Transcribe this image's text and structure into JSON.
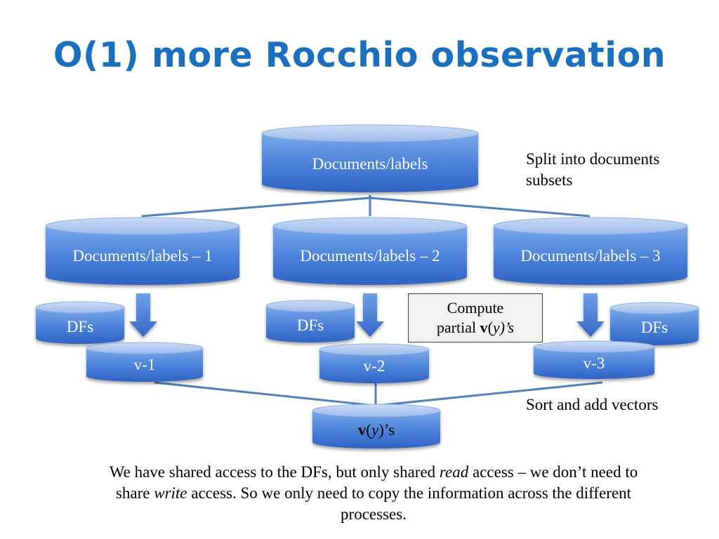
{
  "title": "O(1) more Rocchio observation",
  "nodes": {
    "root": "Documents/labels",
    "subset_1": "Documents/labels – 1",
    "subset_2": "Documents/labels – 2",
    "subset_3": "Documents/labels – 3",
    "dfs_1": "DFs",
    "dfs_2": "DFs",
    "dfs_3": "DFs",
    "v_1": "v-1",
    "v_2": "v-2",
    "v_3": "v-3",
    "result_bold": "v",
    "result_open": "(",
    "result_italic": "y",
    "result_close": ")’s"
  },
  "notes": {
    "split": "Split into documents subsets",
    "sort": "Sort and add vectors"
  },
  "callout": {
    "line1": "Compute",
    "line2_prefix": "partial ",
    "line2_bold": "v",
    "line2_open": "(",
    "line2_italic": "y",
    "line2_close": ")’s"
  },
  "caption": {
    "part1": "We have shared access to the DFs, but only shared ",
    "em1": "read",
    "part2": " access – we don’t need to share ",
    "em2": "write",
    "part3": " access.  So we only need to copy the information across the different processes."
  },
  "colors": {
    "title": "#1a6fbe",
    "cylinder_top": "#b9cef0",
    "cylinder_body_light": "#6f9fe6",
    "cylinder_body_dark": "#2f63c4",
    "connector": "#4f81bd"
  }
}
